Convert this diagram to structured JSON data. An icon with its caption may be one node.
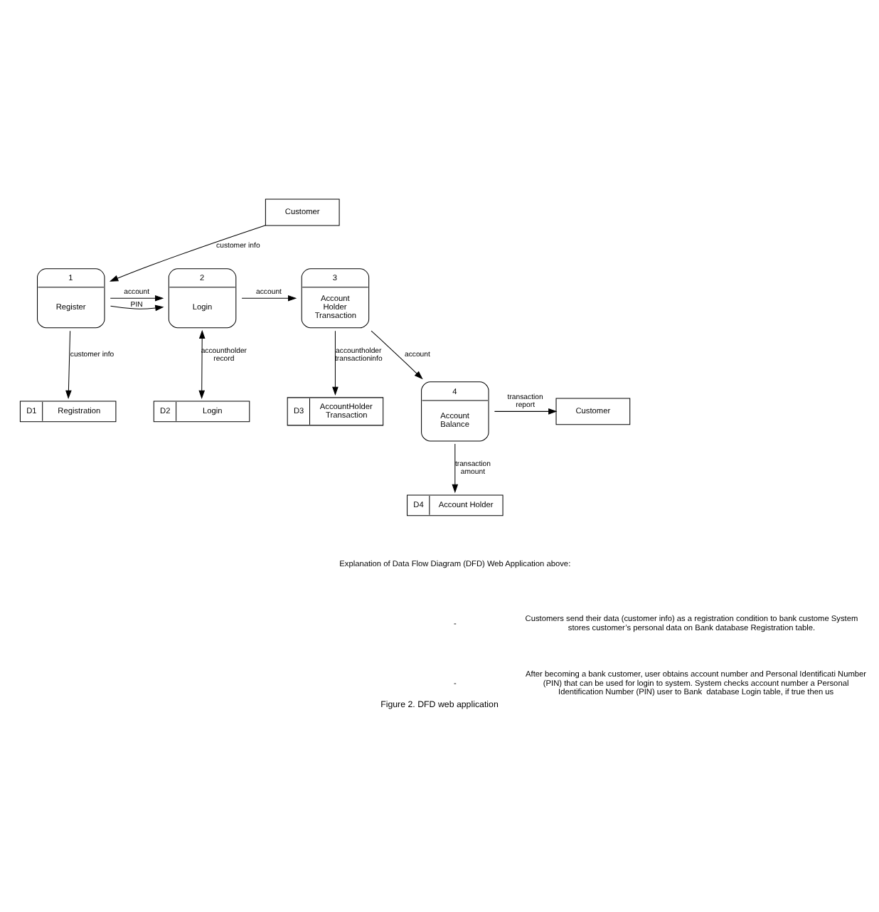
{
  "diagram": {
    "caption": "Figure 2. DFD web application",
    "nodes": [
      {
        "text": [
          "1",
          "Register"
        ]
      },
      {
        "text": [
          "2",
          "Login"
        ]
      },
      {
        "text": [
          "3",
          "Account Holder Transaction"
        ]
      },
      {
        "text": [
          "D1",
          "Registration"
        ]
      },
      {
        "text": [
          "D2",
          "Login"
        ]
      },
      {
        "text": [
          "D3",
          "AccountHolder Transaction"
        ]
      },
      {
        "text": [
          "Customer"
        ]
      },
      {
        "text": [
          "Customer"
        ]
      },
      {
        "text": [
          "4",
          "Account Balance"
        ]
      },
      {
        "text": [
          "D4",
          "Account Holder"
        ]
      }
    ],
    "edges": [
      {
        "from": 6,
        "to": 0,
        "arrow": "to",
        "label": "customer info"
      },
      {
        "from": 0,
        "to": 1,
        "arrow": "to",
        "label": "account"
      },
      {
        "from": 0,
        "to": 1,
        "arrow": "to",
        "label": "PIN"
      },
      {
        "from": 1,
        "to": 2,
        "arrow": "to",
        "label": "account"
      },
      {
        "from": 0,
        "to": 3,
        "arrow": "to",
        "label": "customer info"
      },
      {
        "from": 1,
        "to": 4,
        "arrow": "both",
        "label": "accountholder record"
      },
      {
        "from": 2,
        "to": 5,
        "arrow": "to",
        "label": "accountholder transactioninfo"
      },
      {
        "from": 2,
        "to": 8,
        "arrow": "to",
        "label": "account"
      },
      {
        "from": 8,
        "to": 7,
        "arrow": "to",
        "label": "transaction report"
      },
      {
        "from": 8,
        "to": 9,
        "arrow": "to",
        "label": "transaction amount"
      }
    ],
    "labels": [
      "Explanation of Data Flow Diagram (DFD) Web Application above:",
      "-",
      "Customers send their data (customer info) as a registration condition to bank custome System stores customer’s personal data on Bank database Registration table.",
      "-",
      "After becoming a bank customer, user obtains account number and Personal Identificati Number (PIN) that can be used for login to system. System checks account number a Personal Identification Number (PIN) user to Bank  database Login table, if true then us"
    ]
  }
}
